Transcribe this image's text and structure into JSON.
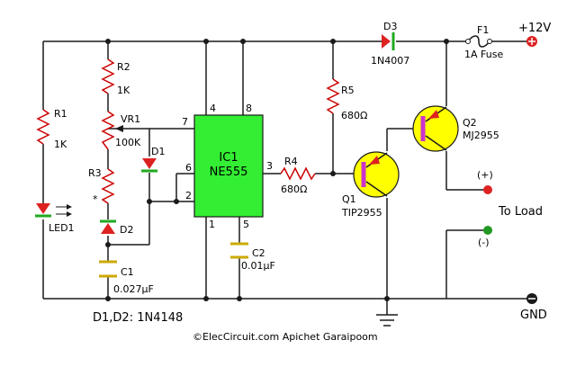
{
  "supply": {
    "positive": "+12V",
    "ground": "GND"
  },
  "fuse": {
    "ref": "F1",
    "rating": "1A Fuse"
  },
  "ic": {
    "ref": "IC1",
    "part": "NE555",
    "pins": {
      "p1": "1",
      "p2": "2",
      "p3": "3",
      "p4": "4",
      "p5": "5",
      "p6": "6",
      "p7": "7",
      "p8": "8"
    }
  },
  "resistors": {
    "r1": {
      "ref": "R1",
      "value": "1K"
    },
    "r2": {
      "ref": "R2",
      "value": "1K"
    },
    "r3": {
      "ref": "R3",
      "value": "*"
    },
    "r4": {
      "ref": "R4",
      "value": "680Ω"
    },
    "r5": {
      "ref": "R5",
      "value": "680Ω"
    },
    "vr1": {
      "ref": "VR1",
      "value": "100K"
    }
  },
  "capacitors": {
    "c1": {
      "ref": "C1",
      "value": "0.027µF"
    },
    "c2": {
      "ref": "C2",
      "value": "0.01µF"
    }
  },
  "diodes": {
    "d1": {
      "ref": "D1"
    },
    "d2": {
      "ref": "D2"
    },
    "d3": {
      "ref": "D3",
      "part": "1N4007"
    },
    "led1": {
      "ref": "LED1"
    },
    "note": "D1,D2: 1N4148"
  },
  "transistors": {
    "q1": {
      "ref": "Q1",
      "part": "TIP2955"
    },
    "q2": {
      "ref": "Q2",
      "part": "MJ2955"
    }
  },
  "load": {
    "label": "To Load",
    "plus": "(+)",
    "minus": "(-)"
  },
  "credit": "©ElecCircuit.com Apichet Garaipoom",
  "colors": {
    "wire": "#1a1a1a",
    "ic_fill": "#33ee33",
    "transistor_fill": "#ffff00",
    "transistor_bar": "#cc33cc",
    "diode_red": "#dd2222",
    "diode_green": "#22aa22",
    "terminal_red": "#dd2222",
    "terminal_green": "#229922"
  }
}
